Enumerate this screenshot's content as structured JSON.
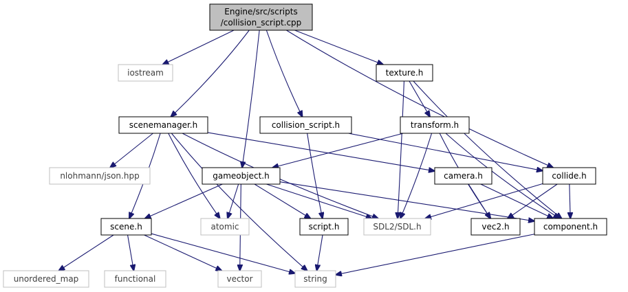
{
  "graph": {
    "title": "",
    "colors": {
      "edge": "#191970",
      "root_fill": "#bfbfbf",
      "normal_border": "#000000",
      "external_border": "#bfbfbf",
      "external_text": "#404040"
    },
    "nodes": {
      "collision_script_cpp": {
        "lines": [
          "Engine/src/scripts",
          "/collision_script.cpp"
        ],
        "kind": "root"
      },
      "iostream": {
        "lines": [
          "iostream"
        ],
        "kind": "external"
      },
      "texture_h": {
        "lines": [
          "texture.h"
        ],
        "kind": "normal"
      },
      "scenemanager_h": {
        "lines": [
          "scenemanager.h"
        ],
        "kind": "normal"
      },
      "collision_script_h": {
        "lines": [
          "collision_script.h"
        ],
        "kind": "normal"
      },
      "transform_h": {
        "lines": [
          "transform.h"
        ],
        "kind": "normal"
      },
      "nlohmann_json_hpp": {
        "lines": [
          "nlohmann/json.hpp"
        ],
        "kind": "external"
      },
      "gameobject_h": {
        "lines": [
          "gameobject.h"
        ],
        "kind": "normal"
      },
      "camera_h": {
        "lines": [
          "camera.h"
        ],
        "kind": "normal"
      },
      "collide_h": {
        "lines": [
          "collide.h"
        ],
        "kind": "normal"
      },
      "scene_h": {
        "lines": [
          "scene.h"
        ],
        "kind": "normal"
      },
      "atomic": {
        "lines": [
          "atomic"
        ],
        "kind": "external"
      },
      "script_h": {
        "lines": [
          "script.h"
        ],
        "kind": "normal"
      },
      "sdl2_sdl_h": {
        "lines": [
          "SDL2/SDL.h"
        ],
        "kind": "external"
      },
      "vec2_h": {
        "lines": [
          "vec2.h"
        ],
        "kind": "normal"
      },
      "component_h": {
        "lines": [
          "component.h"
        ],
        "kind": "normal"
      },
      "unordered_map": {
        "lines": [
          "unordered_map"
        ],
        "kind": "external"
      },
      "functional": {
        "lines": [
          "functional"
        ],
        "kind": "external"
      },
      "vector": {
        "lines": [
          "vector"
        ],
        "kind": "external"
      },
      "string": {
        "lines": [
          "string"
        ],
        "kind": "external"
      }
    },
    "edges": [
      [
        "collision_script_cpp",
        "iostream"
      ],
      [
        "collision_script_cpp",
        "texture_h"
      ],
      [
        "collision_script_cpp",
        "scenemanager_h"
      ],
      [
        "collision_script_cpp",
        "collision_script_h"
      ],
      [
        "collision_script_cpp",
        "gameobject_h"
      ],
      [
        "collision_script_cpp",
        "collide_h"
      ],
      [
        "texture_h",
        "transform_h"
      ],
      [
        "texture_h",
        "sdl2_sdl_h"
      ],
      [
        "texture_h",
        "component_h"
      ],
      [
        "transform_h",
        "gameobject_h"
      ],
      [
        "transform_h",
        "sdl2_sdl_h"
      ],
      [
        "transform_h",
        "vec2_h"
      ],
      [
        "transform_h",
        "component_h"
      ],
      [
        "scenemanager_h",
        "nlohmann_json_hpp"
      ],
      [
        "scenemanager_h",
        "camera_h"
      ],
      [
        "scenemanager_h",
        "scene_h"
      ],
      [
        "scenemanager_h",
        "atomic"
      ],
      [
        "scenemanager_h",
        "string"
      ],
      [
        "scenemanager_h",
        "sdl2_sdl_h"
      ],
      [
        "collision_script_h",
        "script_h"
      ],
      [
        "collision_script_h",
        "collide_h"
      ],
      [
        "gameobject_h",
        "scene_h"
      ],
      [
        "gameobject_h",
        "atomic"
      ],
      [
        "gameobject_h",
        "vector"
      ],
      [
        "gameobject_h",
        "script_h"
      ],
      [
        "gameobject_h",
        "sdl2_sdl_h"
      ],
      [
        "gameobject_h",
        "component_h"
      ],
      [
        "camera_h",
        "vec2_h"
      ],
      [
        "camera_h",
        "component_h"
      ],
      [
        "collide_h",
        "sdl2_sdl_h"
      ],
      [
        "collide_h",
        "vec2_h"
      ],
      [
        "collide_h",
        "component_h"
      ],
      [
        "scene_h",
        "unordered_map"
      ],
      [
        "scene_h",
        "functional"
      ],
      [
        "scene_h",
        "vector"
      ],
      [
        "scene_h",
        "string"
      ],
      [
        "script_h",
        "string"
      ],
      [
        "component_h",
        "string"
      ]
    ]
  }
}
